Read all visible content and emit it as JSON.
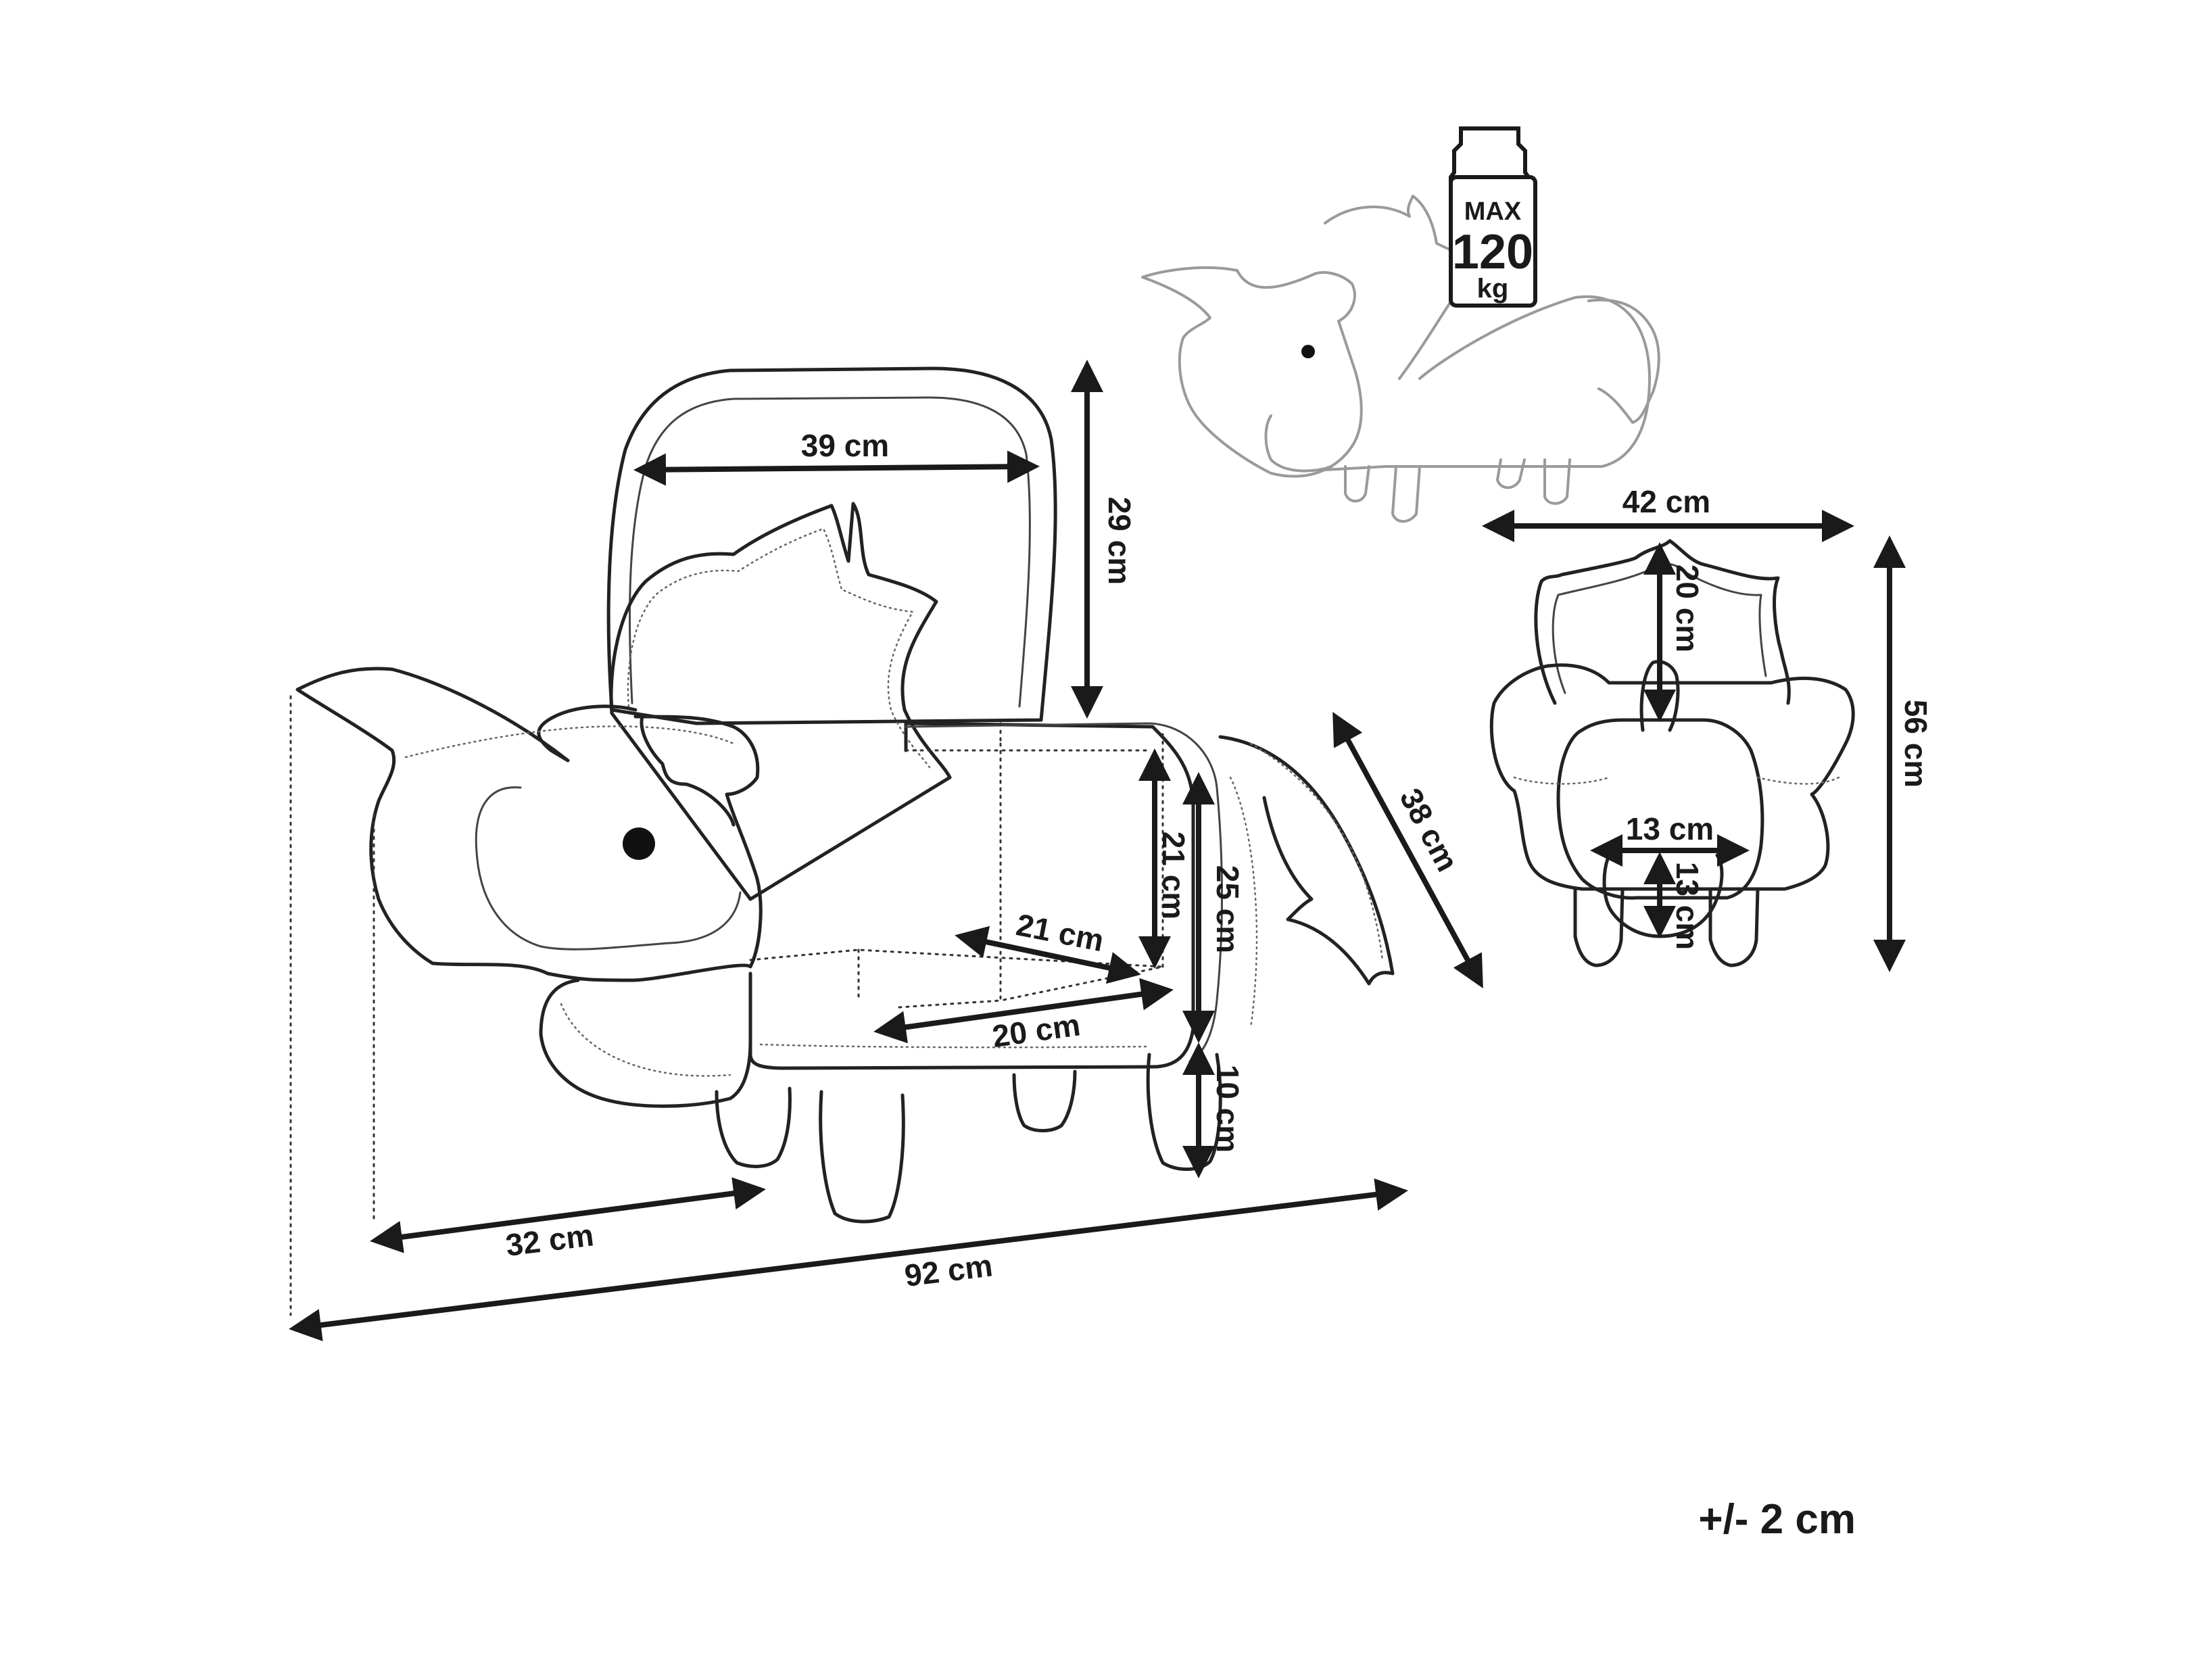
{
  "dimensions": {
    "seat_width": "39 cm",
    "backrest_height": "29 cm",
    "tail_length": "38 cm",
    "storage_height": "21 cm",
    "body_height": "25 cm",
    "storage_depth": "21 cm",
    "storage_width": "20 cm",
    "leg_height": "10 cm",
    "head_length": "32 cm",
    "total_length": "92 cm",
    "total_width": "42 cm",
    "frill_height": "20 cm",
    "total_height": "56 cm",
    "snout_width": "13 cm",
    "snout_height": "13 cm"
  },
  "weight": {
    "line1": "MAX",
    "line2": "120",
    "line3": "kg"
  },
  "tolerance": "+/- 2 cm",
  "colors": {
    "ink": "#1a1a1a",
    "background": "#ffffff"
  }
}
